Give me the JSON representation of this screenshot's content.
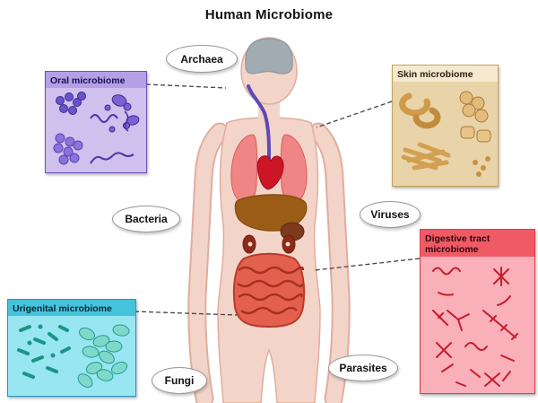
{
  "title": "Human Microbiome",
  "category_labels": {
    "archaea": "Archaea",
    "bacteria": "Bacteria",
    "viruses": "Viruses",
    "fungi": "Fungi",
    "parasites": "Parasites"
  },
  "microbiome_boxes": {
    "oral": {
      "label": "Oral microbiome",
      "bg_color": "#cfc0ee",
      "header_color": "#b5a0e6",
      "border_color": "#6a50c0",
      "microbe_color": "#4a34a8"
    },
    "skin": {
      "label": "Skin microbiome",
      "bg_color": "#e9d4a9",
      "header_color": "#f6e9cf",
      "border_color": "#c4a258",
      "microbe_color": "#c08c3c"
    },
    "urigenital": {
      "label": "Urigenital microbiome",
      "bg_color": "#97e6f2",
      "header_color": "#45c3dd",
      "border_color": "#2596be",
      "microbe_color": "#1f9486"
    },
    "digestive": {
      "label": "Digestive tract microbiome",
      "bg_color": "#f9b0b8",
      "header_color": "#f05a66",
      "border_color": "#dd3b4c",
      "microbe_color": "#c41f30"
    }
  },
  "body_palette": {
    "skin": "#f3d4c8",
    "brain": "#a2aab2",
    "lungs": "#ef8585",
    "heart": "#cc1525",
    "liver": "#9b5c16",
    "intestines": "#e4604e"
  }
}
